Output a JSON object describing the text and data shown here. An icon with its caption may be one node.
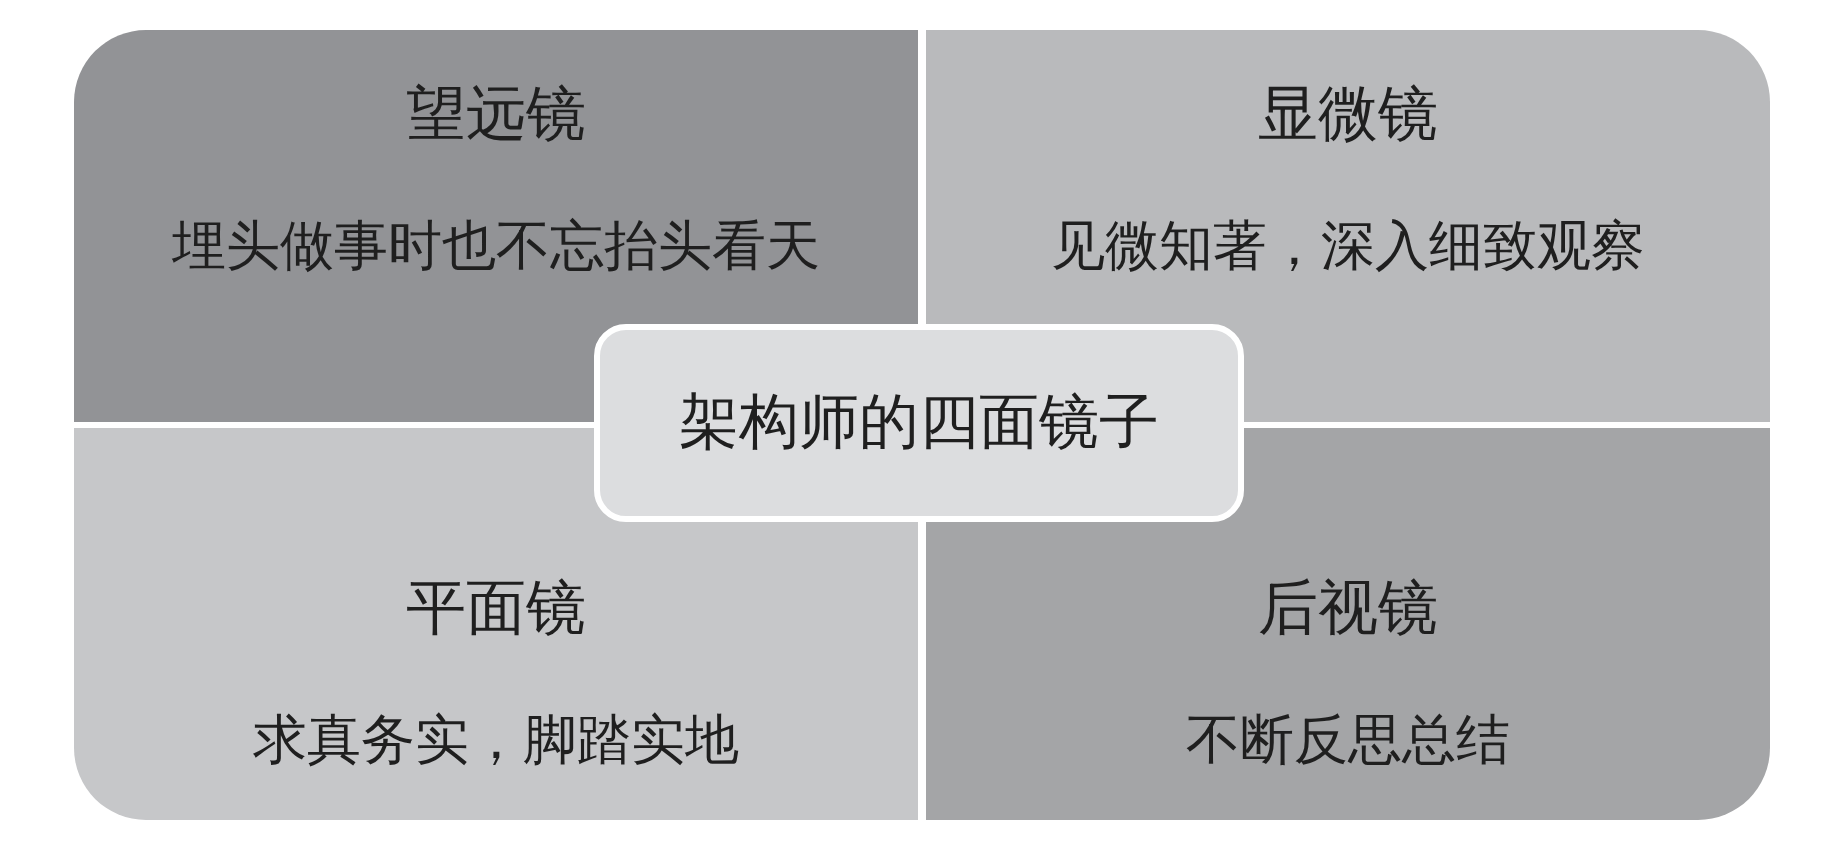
{
  "diagram": {
    "nodes": [
      {
        "text": [
          "望远镜",
          "埋头做事时也不忘抬头看天"
        ]
      },
      {
        "text": [
          "显微镜",
          "见微知著，深入细致观察"
        ]
      },
      {
        "text": [
          "架构师的四面镜子"
        ]
      },
      {
        "text": [
          "平面镜",
          "求真务实，脚踏实地"
        ]
      },
      {
        "text": [
          "后视镜",
          "不断反思总结"
        ]
      }
    ]
  }
}
